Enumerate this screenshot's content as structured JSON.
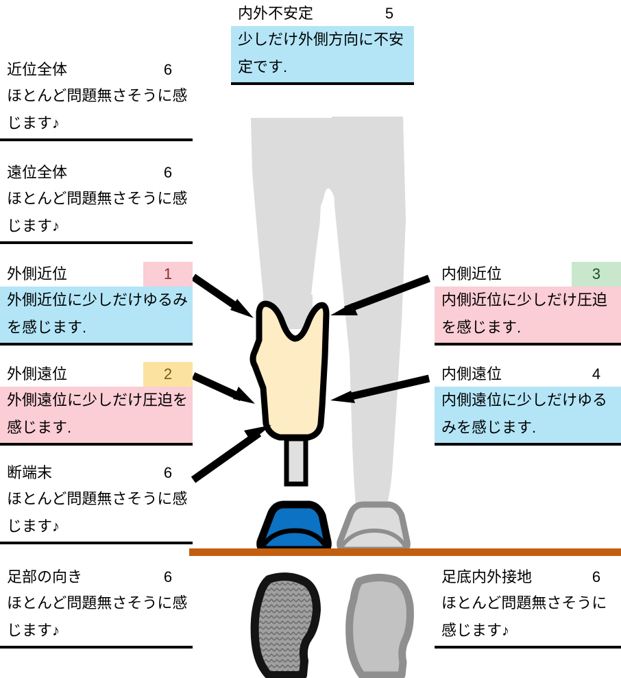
{
  "annotations": [
    {
      "key": "proximal-overall",
      "title": "近位全体",
      "score": "6",
      "comment": "ほとんど問題無さそうに感じます♪",
      "badge": "none",
      "body_bg": "white"
    },
    {
      "key": "distal-overall",
      "title": "遠位全体",
      "score": "6",
      "comment": "ほとんど問題無さそうに感じます♪",
      "badge": "none",
      "body_bg": "white"
    },
    {
      "key": "lateral-proximal",
      "title": "外側近位",
      "score": "1",
      "comment": "外側近位に少しだけゆるみを感じます.",
      "badge": "pink",
      "body_bg": "blue"
    },
    {
      "key": "lateral-distal",
      "title": "外側遠位",
      "score": "2",
      "comment": "外側遠位に少しだけ圧迫を感じます.",
      "badge": "yellow",
      "body_bg": "rose"
    },
    {
      "key": "stump-end",
      "title": "断端末",
      "score": "6",
      "comment": "ほとんど問題無さそうに感じます♪",
      "badge": "none",
      "body_bg": "white"
    },
    {
      "key": "foot-direction",
      "title": "足部の向き",
      "score": "6",
      "comment": "ほとんど問題無さそうに感じます♪",
      "badge": "none",
      "body_bg": "white"
    },
    {
      "key": "mediolateral-instability",
      "title": "内外不安定",
      "score": "5",
      "comment": "少しだけ外側方向に不安定です.",
      "badge": "none",
      "body_bg": "blue"
    },
    {
      "key": "medial-proximal",
      "title": "内側近位",
      "score": "3",
      "comment": "内側近位に少しだけ圧迫を感じます.",
      "badge": "green",
      "body_bg": "rose"
    },
    {
      "key": "medial-distal",
      "title": "内側遠位",
      "score": "4",
      "comment": "内側遠位に少しだけゆるみを感じます.",
      "badge": "none",
      "body_bg": "blue"
    },
    {
      "key": "plantar-contact",
      "title": "足底内外接地",
      "score": "6",
      "comment": "ほとんど問題無さそうに感じます♪",
      "badge": "none",
      "body_bg": "white"
    }
  ],
  "figure": {
    "colors": {
      "limb_gray": "#dcdcdc",
      "socket_cream": "#fdecc4",
      "outline_black": "#000000",
      "pylon_gray": "#e0e0e0",
      "prosthetic_shoe_blue": "#0c72c4",
      "natural_shoe_gray": "#dcdcdc",
      "natural_shoe_outline": "#8f8f8f",
      "ground_orange": "#c25e10",
      "sole_prosthetic_fill": "#9e9e9e",
      "sole_natural_fill": "#c2c2c2",
      "arrow_black": "#000000"
    },
    "parts": [
      "shorts",
      "intact-leg",
      "prosthetic-socket",
      "pylon",
      "prosthetic-shoe",
      "natural-shoe",
      "ground-line",
      "prosthetic-sole-print",
      "natural-sole-print"
    ],
    "arrow_count": "5"
  }
}
